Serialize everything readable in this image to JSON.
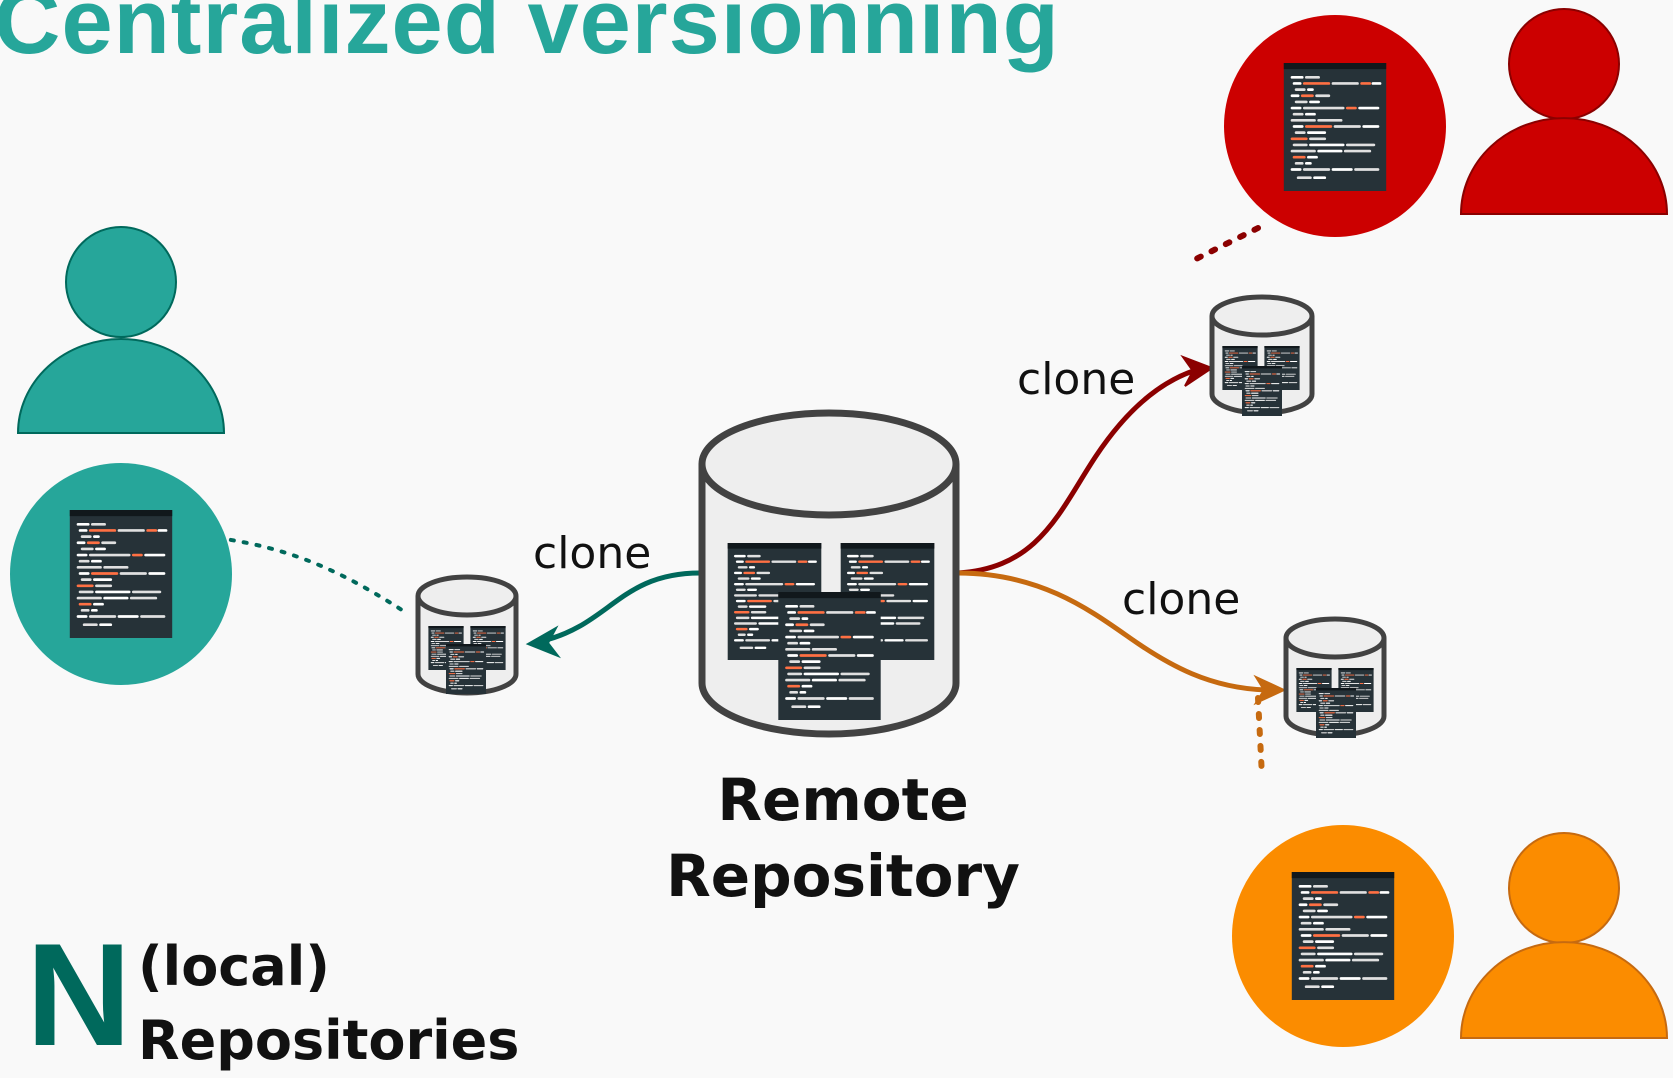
{
  "title": "Centralized versionning",
  "remote_repository": {
    "label_line1": "Remote",
    "label_line2": "Repository"
  },
  "edge_labels": {
    "teal": "clone",
    "red": "clone",
    "orange": "clone"
  },
  "local_repositories": {
    "count_symbol": "N",
    "label_line1": "(local)",
    "label_line2": "Repositories"
  },
  "colors": {
    "title": "#26a69a",
    "teal_user": "#26a69a",
    "teal_arrow": "#00695c",
    "red_user": "#cc0000",
    "red_arrow": "#8b0000",
    "orange_user": "#fb8c00",
    "orange_arrow": "#c66a10",
    "code_window": "#263238",
    "database_body": "#eeeeee",
    "database_stroke": "#424242"
  },
  "icons": [
    "user-icon",
    "code-window-icon",
    "database-icon"
  ]
}
